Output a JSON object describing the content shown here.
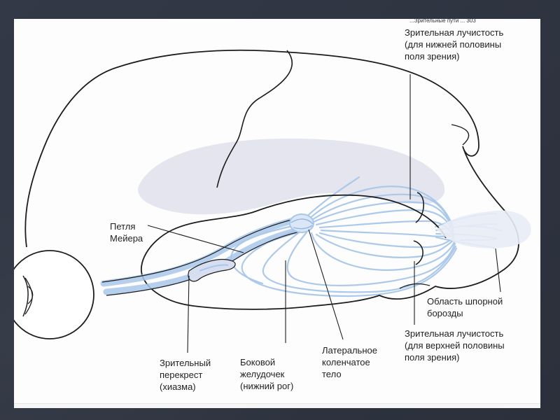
{
  "header": {
    "partial_caption": "...Зрительные пути ... 303"
  },
  "labels": {
    "optic_radiation_lower": "Зрительная лучистость\n(для нижней половины\nполя зрения)",
    "meyer_loop": "Петля\nМейера",
    "calcarine_area": "Область шпорной\nборозды",
    "optic_radiation_upper": "Зрительная лучистость\n(для верхней половины\nполя зрения)",
    "chiasm": "Зрительный\nперекрест\n(хиазма)",
    "lateral_ventricle": "Боковой\nжелудочек\n(нижний рог)",
    "lgn": "Латеральное\nколенчатое\nтело"
  },
  "colors": {
    "slide_bg": "#2f3440",
    "paper": "#fdfdfd",
    "outline": "#1e1e1e",
    "fibers": "#a9c7ea",
    "ventricle": "#e4e5ee",
    "optic_nerve_fill": "#f6f7fb"
  }
}
